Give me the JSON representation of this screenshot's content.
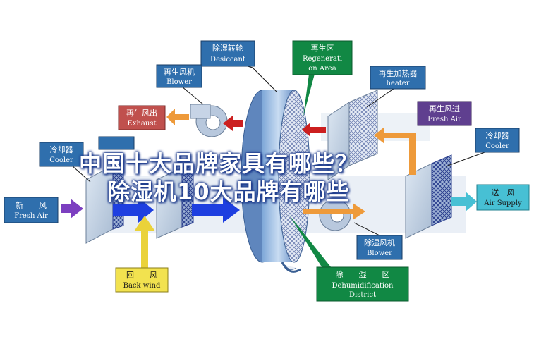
{
  "headline": {
    "line1": "中国十大品牌家具有哪些？",
    "line2": "除湿机10大品牌有哪些"
  },
  "labels": {
    "desiccant_wheel": {
      "cn": "除湿转轮",
      "en": "Desiccant"
    },
    "regeneration_area": {
      "cn": "再生区",
      "en1": "Regenerati",
      "en2": "on Area"
    },
    "regen_blower": {
      "cn": "再生风机",
      "en": "Blower"
    },
    "regen_heater": {
      "cn": "再生加热器",
      "en": "heater"
    },
    "regen_exhaust": {
      "cn": "再生风出",
      "en": "Exhaust"
    },
    "regen_fresh_air": {
      "cn": "再生风进",
      "en": "Fresh Air"
    },
    "cooler_left": {
      "cn": "冷却器",
      "en": "Cooler"
    },
    "cooler_right": {
      "cn": "冷却器",
      "en": "Cooler"
    },
    "fresh_air": {
      "cn": "新　　风",
      "en": "Fresh Air"
    },
    "air_supply": {
      "cn": "送　风",
      "en": "Air Supply"
    },
    "back_wind": {
      "cn": "回　　风",
      "en": "Back wind"
    },
    "dehum_blower": {
      "cn": "除湿风机",
      "en": "Blower"
    },
    "dehum_district": {
      "cn": "除　　湿　　区",
      "en1": "Dehumidification",
      "en2": "District"
    }
  },
  "colors": {
    "label_blue": "#2f6fad",
    "label_red": "#c0504d",
    "label_green": "#118844",
    "label_purple": "#5f3f8f",
    "label_cyan": "#47c0d4",
    "label_yellow": "#f2e24f",
    "arrow_blue": "#1e3fe0",
    "arrow_orange": "#ee9a3a",
    "arrow_red": "#cc1f1f",
    "arrow_purple": "#7c3fc0",
    "arrow_yellow": "#ead23a"
  }
}
